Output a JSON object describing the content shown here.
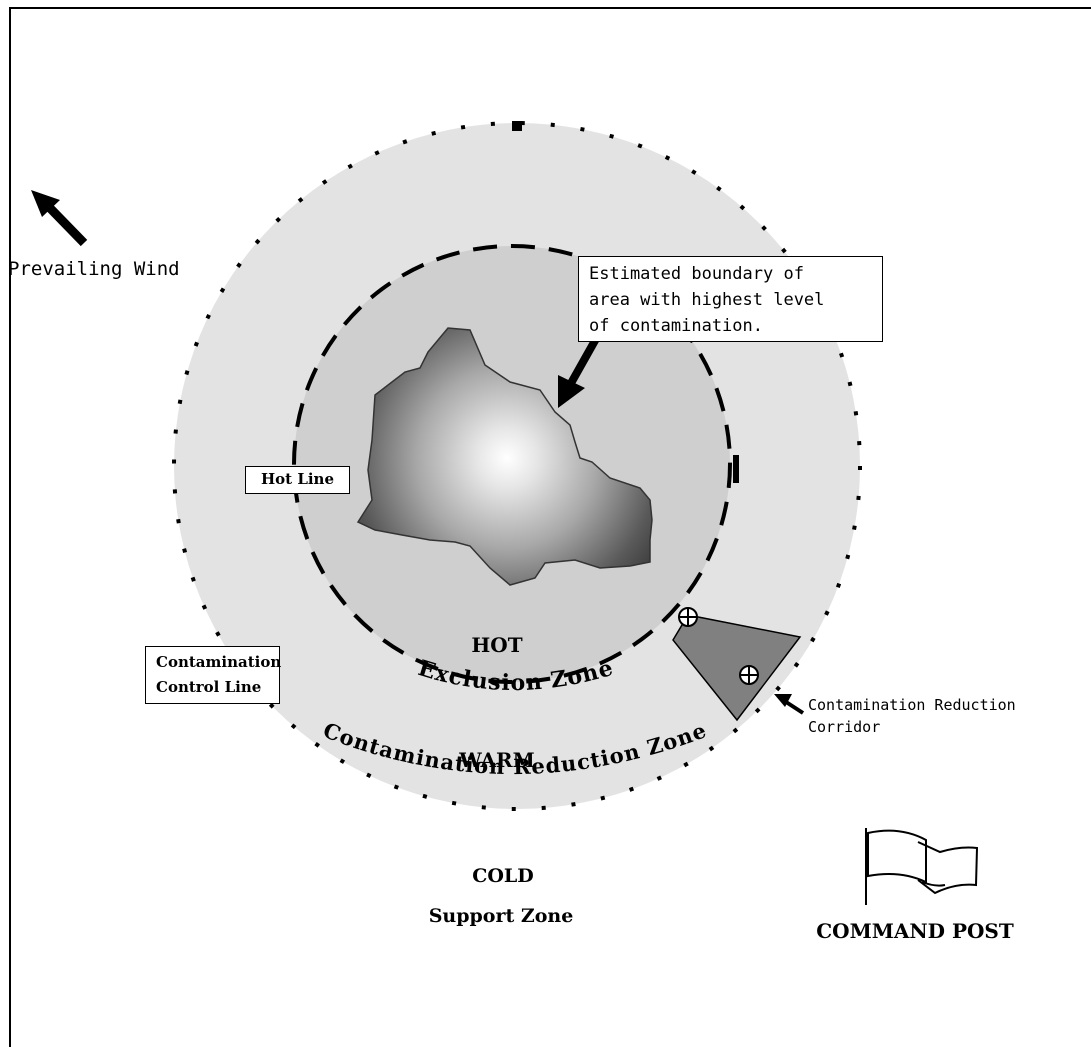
{
  "diagram": {
    "wind_label": "Prevailing Wind",
    "callout": "Estimated boundary of area with highest level of contamination.",
    "callout_lines": [
      "Estimated boundary of",
      "area with highest level",
      "of contamination."
    ],
    "hot_line": "Hot Line",
    "contamination_control_line": [
      "Contamination",
      "Control Line"
    ],
    "hot": "HOT",
    "exclusion_zone": "Exclusion Zone",
    "warm": "WARM",
    "contamination_reduction_zone": "Contamination Reduction Zone",
    "cold": "COLD",
    "support_zone": "Support Zone",
    "corridor_label": [
      "Contamination Reduction",
      "Corridor"
    ],
    "command_post": "COMMAND POST"
  },
  "colors": {
    "warm_zone_fill": "#e3e3e3",
    "hot_zone_fill": "#cfcfcf",
    "corridor_fill": "#808080",
    "ink": "#000000"
  }
}
